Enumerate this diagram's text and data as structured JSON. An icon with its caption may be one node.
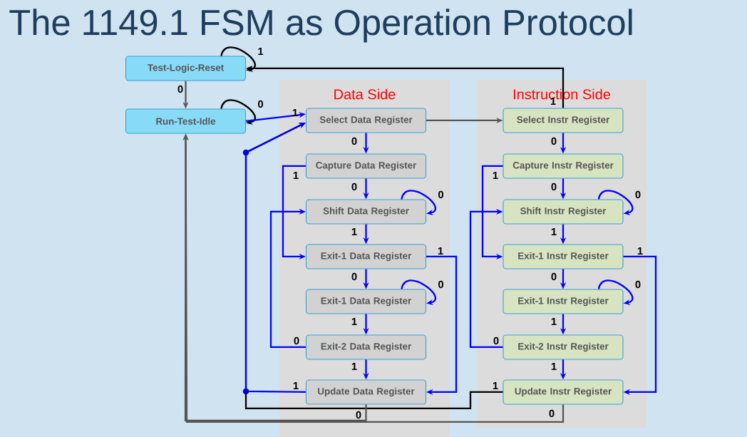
{
  "diagram": {
    "title": "The 1149.1 FSM as Operation Protocol",
    "nodes": [
      {
        "text": [
          "Data Side"
        ]
      },
      {
        "text": [
          "Instruction Side"
        ]
      },
      {
        "text": [
          "Test-Logic-Reset"
        ]
      },
      {
        "text": [
          "Run-Test-Idle"
        ]
      },
      {
        "text": [
          "Select Data Register"
        ],
        "in": 0
      },
      {
        "text": [
          "Capture Data Register"
        ],
        "in": 0
      },
      {
        "text": [
          "Shift Data Register"
        ],
        "in": 0
      },
      {
        "text": [
          "Exit-1 Data Register"
        ],
        "in": 0
      },
      {
        "text": [
          "Exit-1 Data Register"
        ],
        "in": 0
      },
      {
        "text": [
          "Exit-2 Data Register"
        ],
        "in": 0
      },
      {
        "text": [
          "Update Data Register"
        ],
        "in": 0
      },
      {
        "text": [
          "Select Instr Register"
        ],
        "in": 1
      },
      {
        "text": [
          "Capture Instr Register"
        ],
        "in": 1
      },
      {
        "text": [
          "Shift Instr Register"
        ],
        "in": 1
      },
      {
        "text": [
          "Exit-1 Instr Register"
        ],
        "in": 1
      },
      {
        "text": [
          "Exit-1 Instr Register"
        ],
        "in": 1
      },
      {
        "text": [
          "Exit-2 Instr Register"
        ],
        "in": 1
      },
      {
        "text": [
          "Update Instr Register"
        ],
        "in": 1
      }
    ],
    "edges": [
      {
        "from": 2,
        "to": 2,
        "arrow": "to",
        "label": "1",
        "color": "#000000"
      },
      {
        "from": 2,
        "to": 3,
        "arrow": "to",
        "label": "0",
        "color": "#555555"
      },
      {
        "from": 3,
        "to": 3,
        "arrow": "to",
        "label": "0",
        "color": "#000000"
      },
      {
        "from": 3,
        "to": 4,
        "arrow": "to",
        "label": "1"
      },
      {
        "from": 4,
        "to": 11,
        "arrow": "to",
        "color": "#555555"
      },
      {
        "from": 4,
        "to": 5,
        "arrow": "to",
        "label": "0"
      },
      {
        "from": 5,
        "to": 6,
        "arrow": "to",
        "label": "0"
      },
      {
        "from": 5,
        "to": 7,
        "arrow": "to",
        "label": "1"
      },
      {
        "from": 6,
        "to": 6,
        "arrow": "to",
        "label": "0"
      },
      {
        "from": 6,
        "to": 7,
        "arrow": "to",
        "label": "1"
      },
      {
        "from": 7,
        "to": 8,
        "arrow": "to",
        "label": "0"
      },
      {
        "from": 7,
        "to": 10,
        "arrow": "to",
        "label": "1"
      },
      {
        "from": 8,
        "to": 8,
        "arrow": "to",
        "label": "0"
      },
      {
        "from": 8,
        "to": 9,
        "arrow": "to",
        "label": "1"
      },
      {
        "from": 9,
        "to": 6,
        "arrow": "to",
        "label": "0"
      },
      {
        "from": 9,
        "to": 10,
        "arrow": "to",
        "label": "1"
      },
      {
        "from": 10,
        "to": 4,
        "arrow": "to",
        "label": "1"
      },
      {
        "from": 10,
        "to": 3,
        "arrow": "to",
        "label": "0",
        "color": "#555555"
      },
      {
        "from": 11,
        "to": 2,
        "arrow": "to",
        "label": "1",
        "color": "#000000"
      },
      {
        "from": 11,
        "to": 12,
        "arrow": "to",
        "label": "0"
      },
      {
        "from": 12,
        "to": 13,
        "arrow": "to",
        "label": "0"
      },
      {
        "from": 12,
        "to": 14,
        "arrow": "to",
        "label": "1"
      },
      {
        "from": 13,
        "to": 13,
        "arrow": "to",
        "label": "0"
      },
      {
        "from": 13,
        "to": 14,
        "arrow": "to",
        "label": "1"
      },
      {
        "from": 14,
        "to": 15,
        "arrow": "to",
        "label": "0"
      },
      {
        "from": 14,
        "to": 17,
        "arrow": "to",
        "label": "1"
      },
      {
        "from": 15,
        "to": 15,
        "arrow": "to",
        "label": "0"
      },
      {
        "from": 15,
        "to": 16,
        "arrow": "to",
        "label": "1"
      },
      {
        "from": 16,
        "to": 13,
        "arrow": "to",
        "label": "0"
      },
      {
        "from": 16,
        "to": 17,
        "arrow": "to",
        "label": "1"
      },
      {
        "from": 17,
        "to": 4,
        "arrow": "to",
        "label": "1",
        "color": "#000000"
      },
      {
        "from": 17,
        "to": 3,
        "arrow": "to",
        "label": "0",
        "color": "#555555"
      }
    ]
  }
}
